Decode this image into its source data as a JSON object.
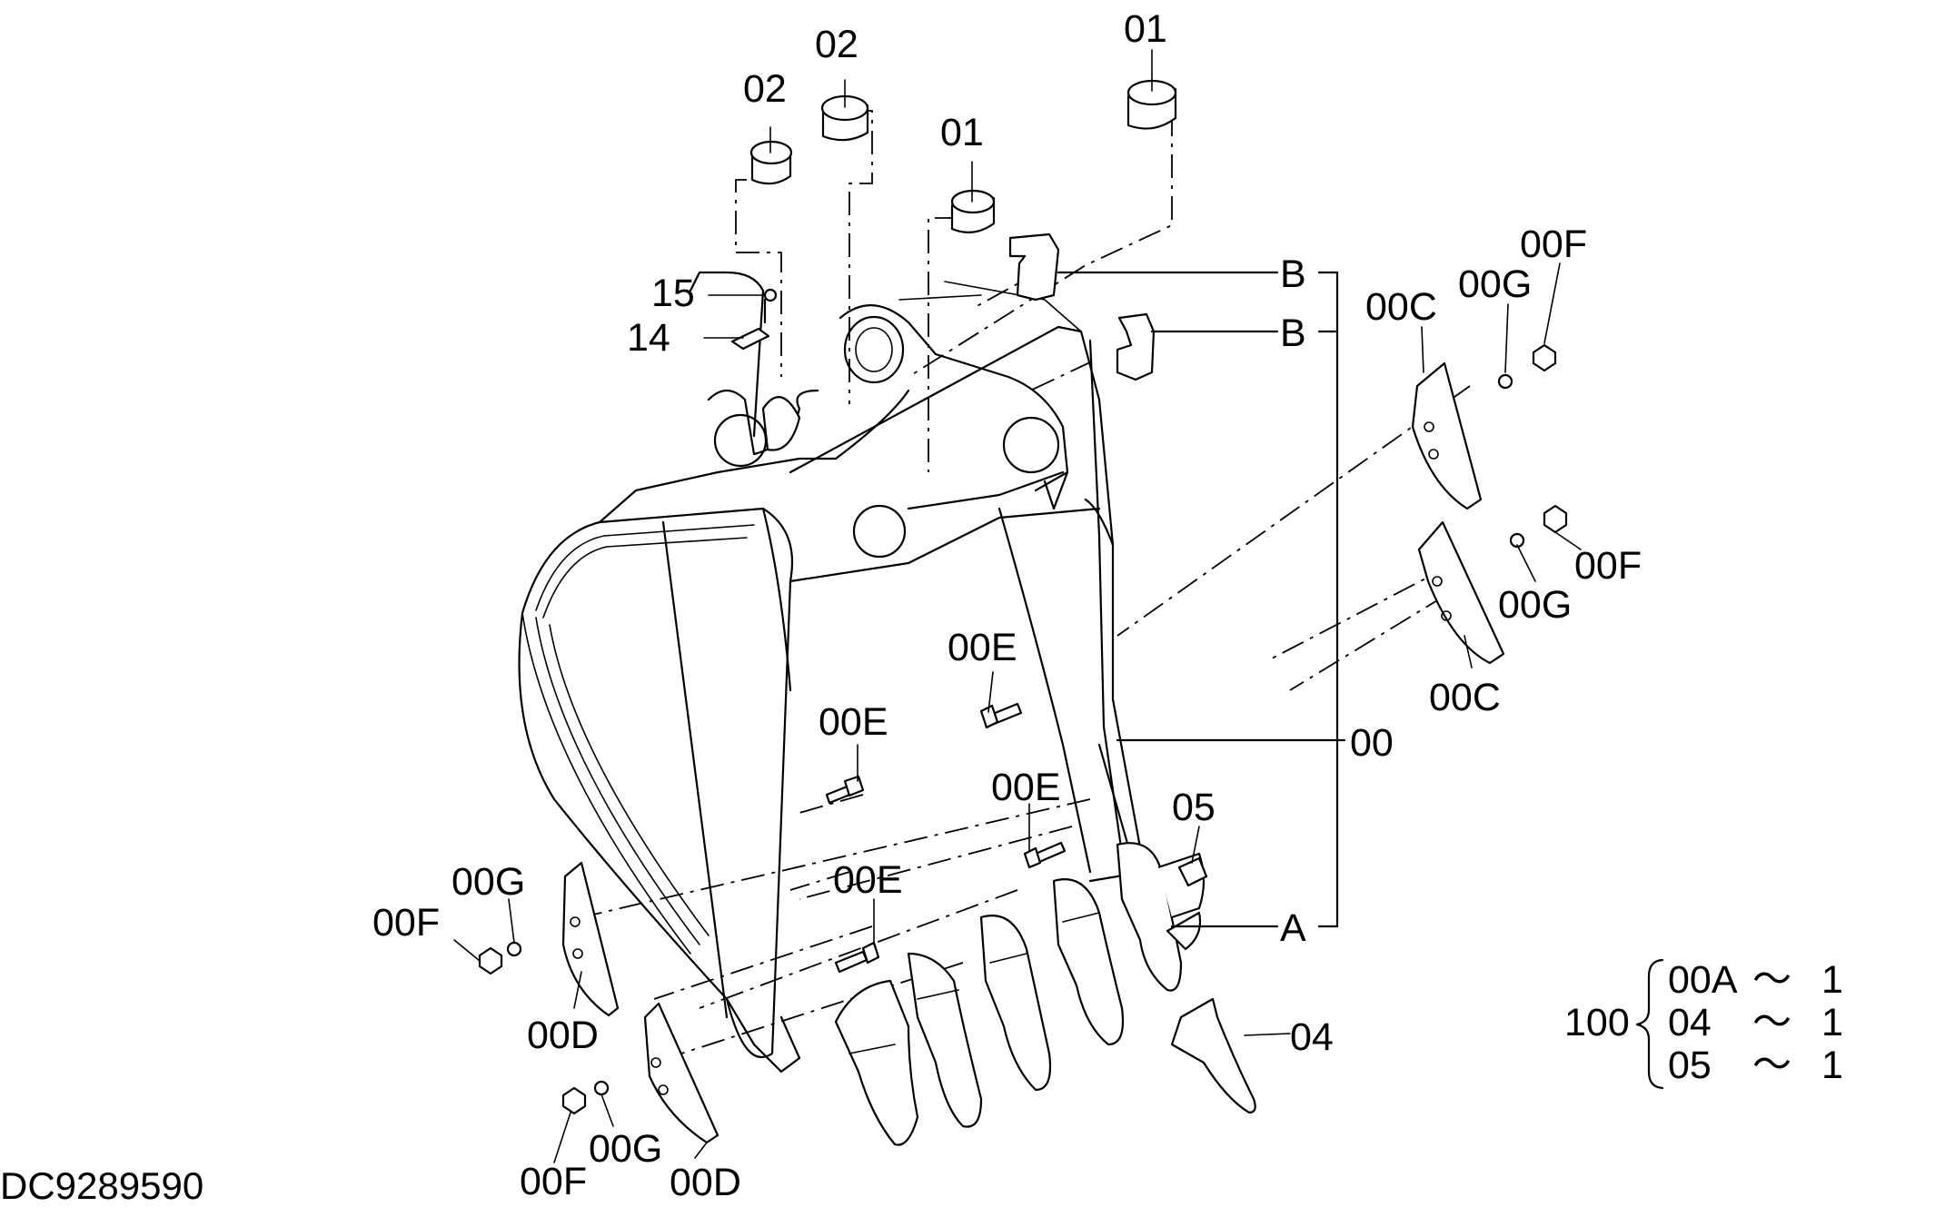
{
  "drawing_code": "DC9289590",
  "labels": {
    "l01a": "01",
    "l01b": "01",
    "l02a": "02",
    "l02b": "02",
    "l15": "15",
    "l14": "14",
    "lB1": "B",
    "lB2": "B",
    "l00Ca": "00C",
    "l00Ga": "00G",
    "l00Fa": "00F",
    "l00Fb": "00F",
    "l00Gb": "00G",
    "l00Cb": "00C",
    "l00Ea": "00E",
    "l00Eb": "00E",
    "l00Ec": "00E",
    "l00Ed": "00E",
    "l00": "00",
    "l05": "05",
    "lA": "A",
    "l04": "04",
    "l00Gc": "00G",
    "l00Fc": "00F",
    "l00Da": "00D",
    "l00Fd": "00F",
    "l00Gd": "00G",
    "l00Db": "00D"
  },
  "assembly_table": {
    "number": "100",
    "rows": [
      {
        "part": "00A",
        "sep": "〜",
        "qty": "1"
      },
      {
        "part": "04",
        "sep": "〜",
        "qty": "1"
      },
      {
        "part": "05",
        "sep": "〜",
        "qty": "1"
      }
    ]
  }
}
